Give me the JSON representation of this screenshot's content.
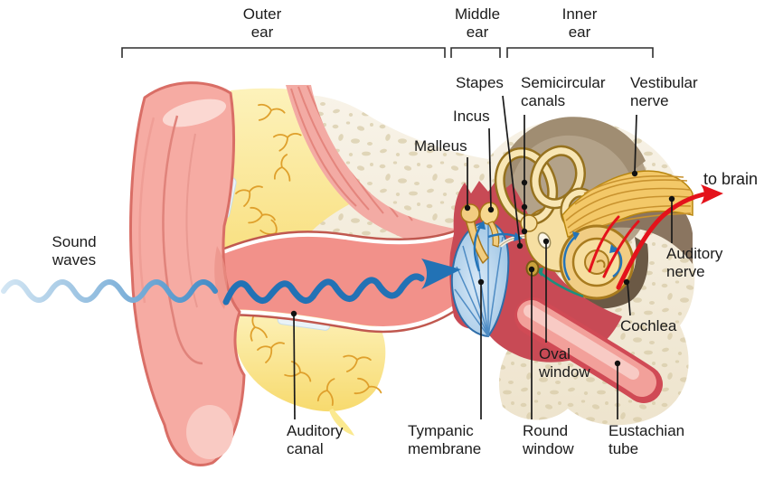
{
  "labels": {
    "sound_waves": "Sound\nwaves",
    "outer_ear": "Outer\near",
    "middle_ear": "Middle\near",
    "inner_ear": "Inner\near",
    "stapes": "Stapes",
    "incus": "Incus",
    "malleus": "Malleus",
    "semicircular_canals": "Semicircular\ncanals",
    "vestibular_nerve": "Vestibular\nnerve",
    "to_brain": "to brain",
    "auditory_nerve": "Auditory\nnerve",
    "cochlea": "Cochlea",
    "oval_window": "Oval\nwindow",
    "round_window": "Round\nwindow",
    "eustachian_tube": "Eustachian\ntube",
    "tympanic_membrane": "Tympanic\nmembrane",
    "auditory_canal": "Auditory\ncanal"
  },
  "colors": {
    "sound_wave_blue": "#2e7fc0",
    "arrow_red": "#e11a22",
    "bone_beige": "#f2ecdc",
    "speckle": "#d6c9a4",
    "pinna_pink": "#f6aba3",
    "canal_salmon": "#f2918a",
    "fat_yellow": "#f9e180",
    "middle_ear_red": "#c84a55",
    "membrane_blue": "#a9cdeb",
    "ossicle_gold": "#f2cd80",
    "labyrinth_cream": "#f6dfa2",
    "nerve_gold": "#f3c868",
    "shadow_brown": "#8a7560"
  }
}
